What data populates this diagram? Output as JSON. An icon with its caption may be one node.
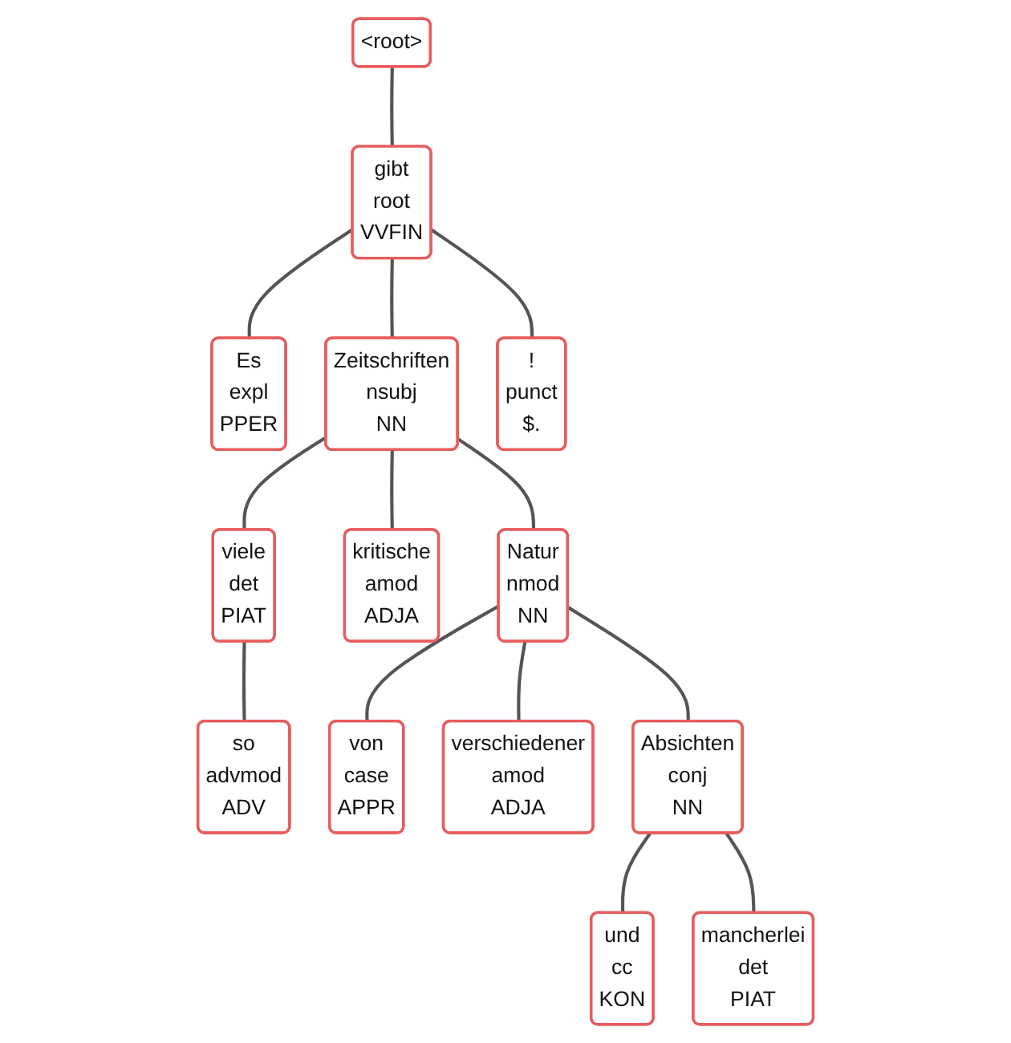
{
  "diagram": {
    "nodes": [
      {
        "text": [
          "<root>"
        ]
      },
      {
        "text": [
          "gibt",
          "root",
          "VVFIN"
        ]
      },
      {
        "text": [
          "Es",
          "expl",
          "PPER"
        ]
      },
      {
        "text": [
          "Zeitschriften",
          "nsubj",
          "NN"
        ]
      },
      {
        "text": [
          "!",
          "punct",
          "$."
        ]
      },
      {
        "text": [
          "viele",
          "det",
          "PIAT"
        ]
      },
      {
        "text": [
          "kritische",
          "amod",
          "ADJA"
        ]
      },
      {
        "text": [
          "Natur",
          "nmod",
          "NN"
        ]
      },
      {
        "text": [
          "so",
          "advmod",
          "ADV"
        ]
      },
      {
        "text": [
          "von",
          "case",
          "APPR"
        ]
      },
      {
        "text": [
          "verschiedener",
          "amod",
          "ADJA"
        ]
      },
      {
        "text": [
          "Absichten",
          "conj",
          "NN"
        ]
      },
      {
        "text": [
          "und",
          "cc",
          "KON"
        ]
      },
      {
        "text": [
          "mancherlei",
          "det",
          "PIAT"
        ]
      }
    ],
    "edges": [
      {
        "from": 0,
        "to": 1,
        "arrow": "none"
      },
      {
        "from": 1,
        "to": 2,
        "arrow": "none"
      },
      {
        "from": 1,
        "to": 3,
        "arrow": "none"
      },
      {
        "from": 1,
        "to": 4,
        "arrow": "none"
      },
      {
        "from": 3,
        "to": 5,
        "arrow": "none"
      },
      {
        "from": 3,
        "to": 6,
        "arrow": "none"
      },
      {
        "from": 3,
        "to": 7,
        "arrow": "none"
      },
      {
        "from": 5,
        "to": 8,
        "arrow": "none"
      },
      {
        "from": 7,
        "to": 9,
        "arrow": "none"
      },
      {
        "from": 7,
        "to": 10,
        "arrow": "none"
      },
      {
        "from": 7,
        "to": 11,
        "arrow": "none"
      },
      {
        "from": 11,
        "to": 12,
        "arrow": "none"
      },
      {
        "from": 11,
        "to": 13,
        "arrow": "none"
      }
    ]
  }
}
